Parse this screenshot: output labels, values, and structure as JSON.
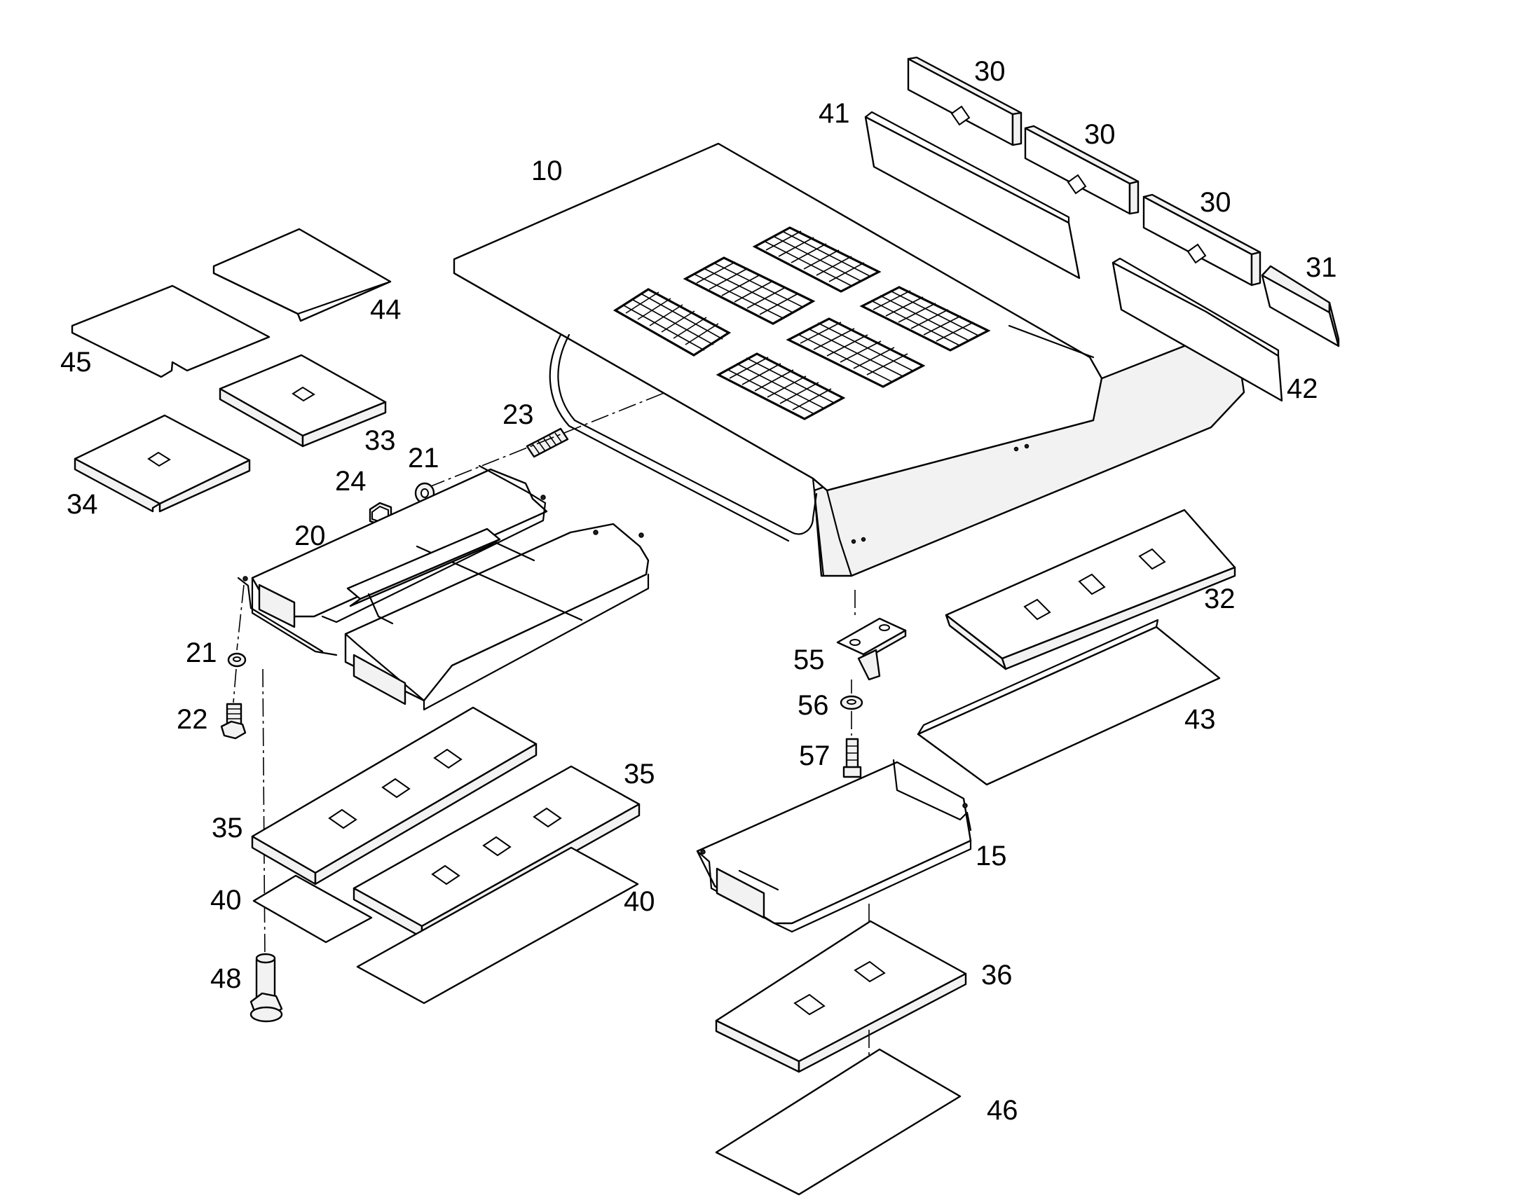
{
  "diagram": {
    "callouts": [
      {
        "id": "c10",
        "text": "10"
      },
      {
        "id": "c15",
        "text": "15"
      },
      {
        "id": "c20",
        "text": "20"
      },
      {
        "id": "c21a",
        "text": "21"
      },
      {
        "id": "c21b",
        "text": "21"
      },
      {
        "id": "c22",
        "text": "22"
      },
      {
        "id": "c23",
        "text": "23"
      },
      {
        "id": "c24",
        "text": "24"
      },
      {
        "id": "c30a",
        "text": "30"
      },
      {
        "id": "c30b",
        "text": "30"
      },
      {
        "id": "c30c",
        "text": "30"
      },
      {
        "id": "c31",
        "text": "31"
      },
      {
        "id": "c32",
        "text": "32"
      },
      {
        "id": "c33",
        "text": "33"
      },
      {
        "id": "c34",
        "text": "34"
      },
      {
        "id": "c35a",
        "text": "35"
      },
      {
        "id": "c35b",
        "text": "35"
      },
      {
        "id": "c36",
        "text": "36"
      },
      {
        "id": "c40a",
        "text": "40"
      },
      {
        "id": "c40b",
        "text": "40"
      },
      {
        "id": "c41",
        "text": "41"
      },
      {
        "id": "c42",
        "text": "42"
      },
      {
        "id": "c43",
        "text": "43"
      },
      {
        "id": "c44",
        "text": "44"
      },
      {
        "id": "c45",
        "text": "45"
      },
      {
        "id": "c46",
        "text": "46"
      },
      {
        "id": "c48",
        "text": "48"
      },
      {
        "id": "c55",
        "text": "55"
      },
      {
        "id": "c56",
        "text": "56"
      },
      {
        "id": "c57",
        "text": "57"
      }
    ]
  }
}
